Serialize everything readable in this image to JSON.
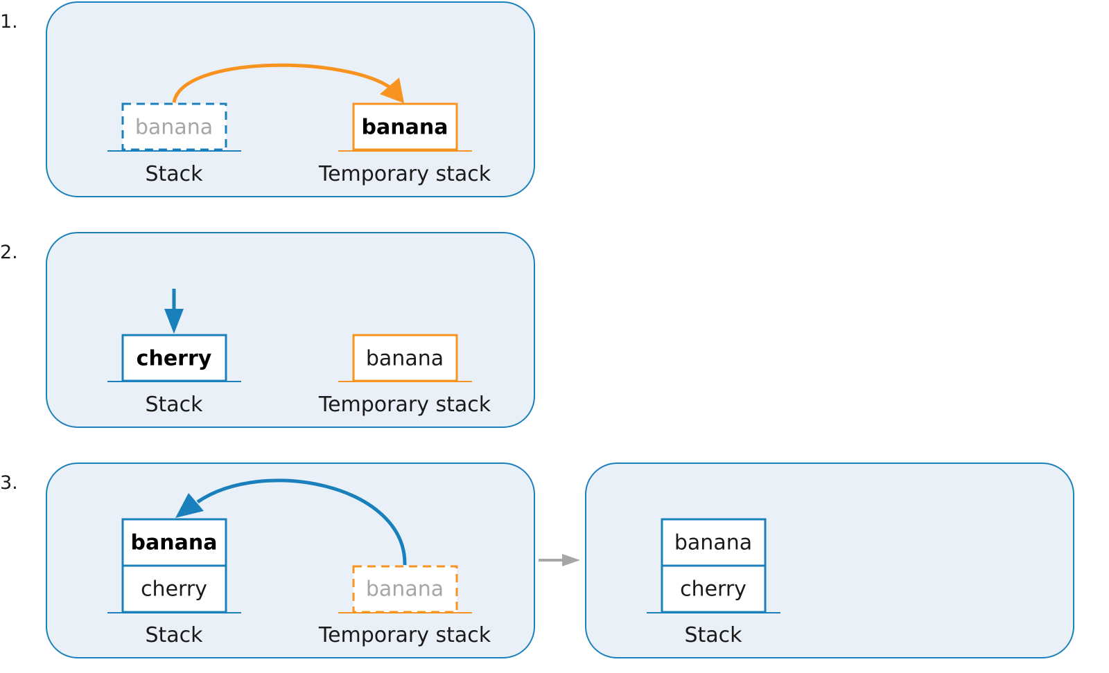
{
  "colors": {
    "panel_fill": "#eaf0f7",
    "panel_stroke": "#1a80bb",
    "stack_blue": "#1a80bb",
    "temp_orange": "#f7931e",
    "ghost_text": "#a6a6a6",
    "connector_gray": "#a6a6a6"
  },
  "steps": [
    {
      "number": "1.",
      "stack_label": "Stack",
      "temp_label": "Temporary stack",
      "stack_items": [
        "banana"
      ],
      "temp_items": [
        "banana"
      ]
    },
    {
      "number": "2.",
      "stack_label": "Stack",
      "temp_label": "Temporary stack",
      "stack_items": [
        "cherry"
      ],
      "temp_items": [
        "banana"
      ]
    },
    {
      "number": "3.",
      "stack_label": "Stack",
      "temp_label": "Temporary stack",
      "stack_items": [
        "banana",
        "cherry"
      ],
      "temp_items": [
        "banana"
      ]
    }
  ],
  "result": {
    "stack_label": "Stack",
    "stack_items": [
      "banana",
      "cherry"
    ]
  }
}
